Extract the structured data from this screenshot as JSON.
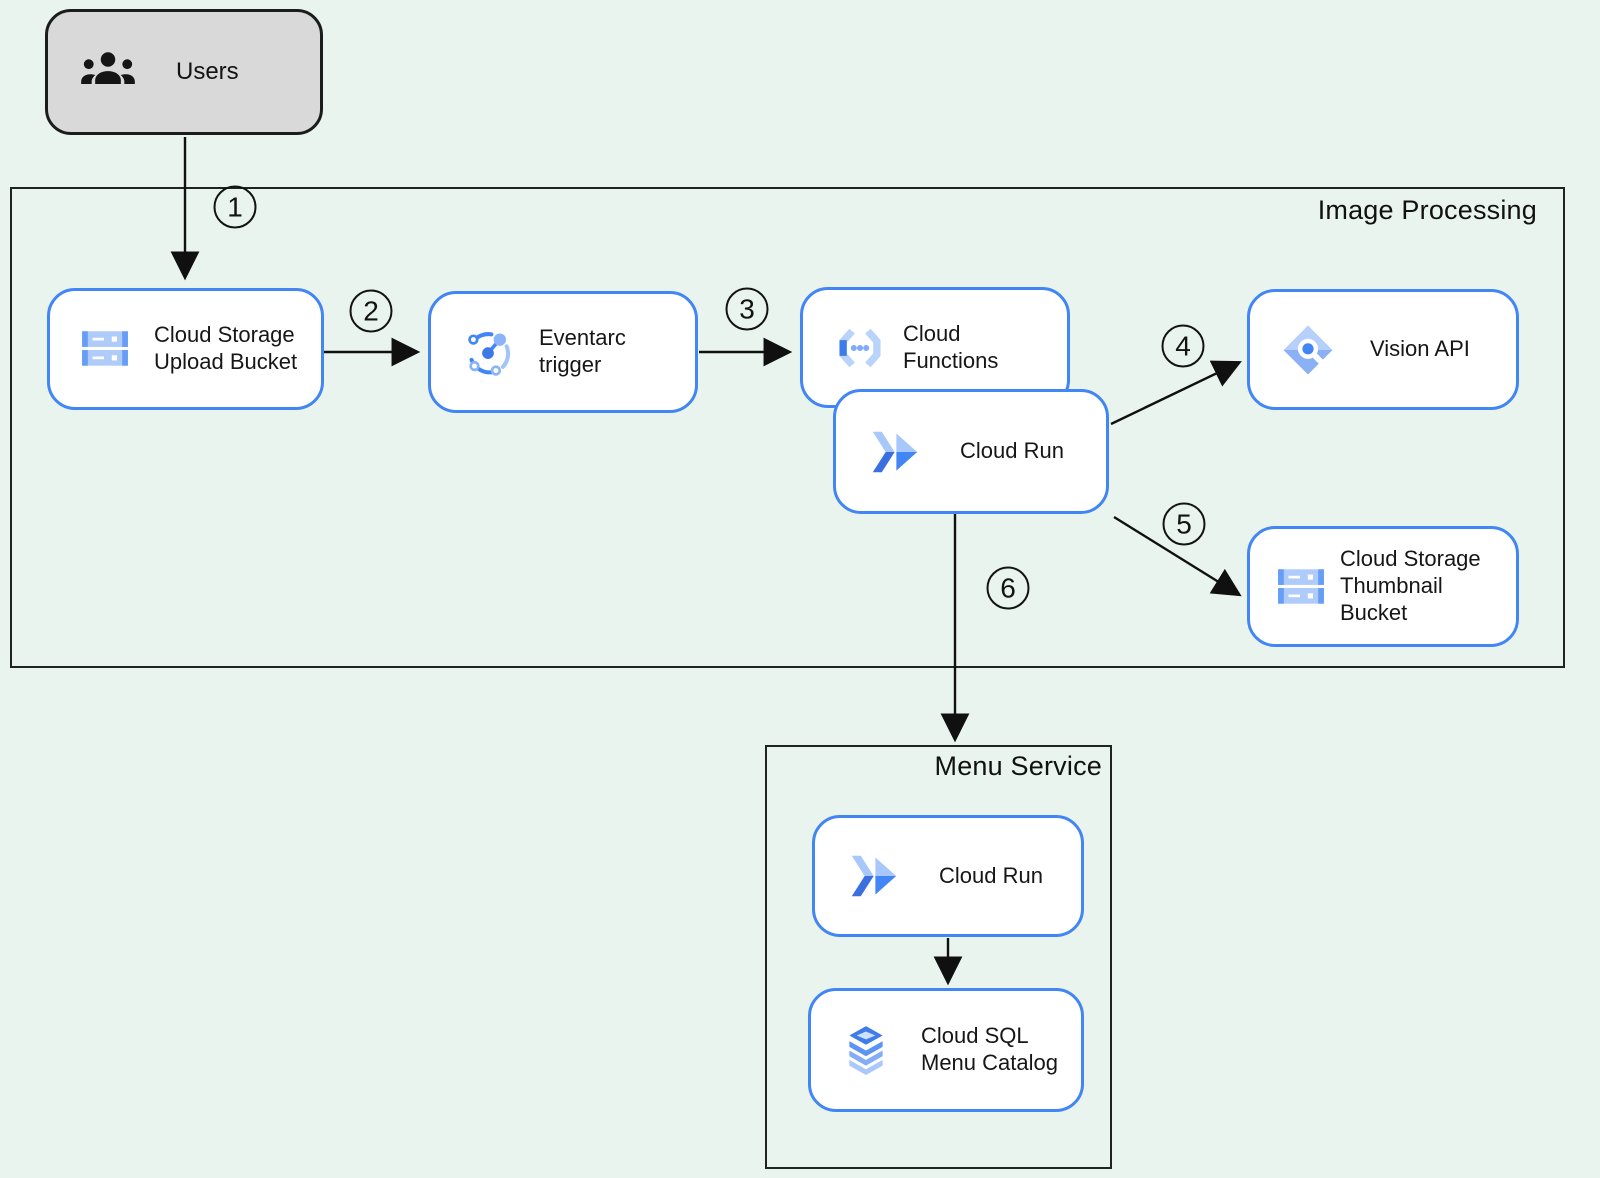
{
  "colors": {
    "background": "#e9f4ee",
    "node_border": "#4285f4",
    "node_background": "#ffffff",
    "users_background": "#d9d9d9",
    "outline_black": "#1c1c1c",
    "icon_blue_dark": "#3c78e8",
    "icon_blue_mid": "#7baaf7",
    "icon_blue_light": "#aecbfa"
  },
  "users": {
    "label": "Users",
    "icon": "users-icon"
  },
  "image_processing": {
    "title": "Image Processing",
    "upload_bucket": {
      "line1": "Cloud Storage",
      "line2": "Upload Bucket",
      "icon": "cloud-storage-icon"
    },
    "eventarc": {
      "label": "Eventarc trigger",
      "icon": "eventarc-icon"
    },
    "cloud_functions": {
      "label": "Cloud Functions",
      "icon": "cloud-functions-icon"
    },
    "cloud_run": {
      "label": "Cloud Run",
      "icon": "cloud-run-icon"
    },
    "vision_api": {
      "label": "Vision API",
      "icon": "vision-api-icon"
    },
    "thumbnail_bucket": {
      "line1": "Cloud Storage",
      "line2": "Thumbnail Bucket",
      "icon": "cloud-storage-icon"
    }
  },
  "menu_service": {
    "title": "Menu Service",
    "cloud_run": {
      "label": "Cloud Run",
      "icon": "cloud-run-icon"
    },
    "cloud_sql": {
      "line1": "Cloud SQL",
      "line2": "Menu Catalog",
      "icon": "cloud-sql-icon"
    }
  },
  "steps": {
    "s1": "1",
    "s2": "2",
    "s3": "3",
    "s4": "4",
    "s5": "5",
    "s6": "6"
  }
}
